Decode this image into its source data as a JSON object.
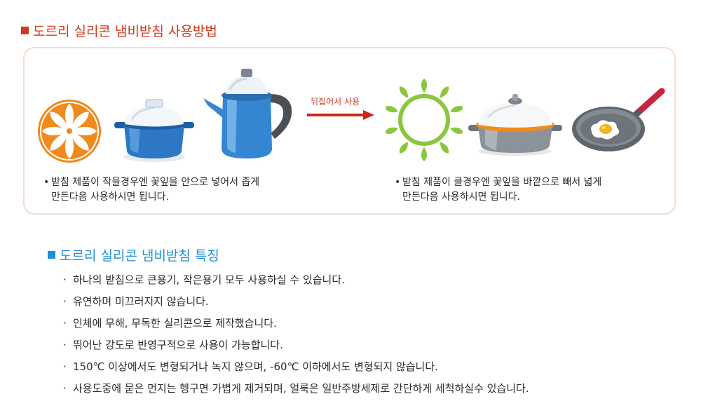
{
  "section1": {
    "title": "도르리 실리콘 냄비받침 사용방법"
  },
  "arrow": {
    "label": "뒤집어서 사용"
  },
  "notes": {
    "left": {
      "bullet": "•",
      "line1": "받침 제품이 작을경우엔 꽃잎을 안으로 넣어서 좁게",
      "line2": "만든다음 사용하시면 됩니다."
    },
    "right": {
      "bullet": "•",
      "line1": "받침 제품이 클경우엔 꽃잎을 바깥으로 빼서 넓게",
      "line2": "만든다음 사용하시면 됩니다."
    }
  },
  "section2": {
    "title": "도르리 실리콘 냄비받침 특징"
  },
  "features": {
    "bullet": "·",
    "items": [
      "하나의 받침으로 큰용기, 작은용기 모두 사용하실 수 있습니다.",
      "유연하며 미끄러지지 않습니다.",
      "인체에 무해, 무독한 실리콘으로 제작했습니다.",
      "뛰어난 강도로 반영구적으로 사용이 가능합니다.",
      "150℃ 이상에서도 변형되거나 녹지 않으며, -60℃ 이하에서도 변형되지 않습니다.",
      "사용도중에 묻은 먼지는 헹구면 가볍게 제거되며, 얼룩은 일반주방세제로 간단하게 세척하실수 있습니다."
    ]
  },
  "colors": {
    "heading_red": "#d2391d",
    "heading_blue": "#1e8fd6",
    "box_border": "#f5dccf",
    "arrow": "#c8281e",
    "flower_orange": "#f08a1c",
    "sun_green": "#8cc63f"
  },
  "icons": [
    "orange-flower-trivet-icon",
    "blue-casserole-icon",
    "blue-kettle-icon",
    "red-arrow-icon",
    "green-sun-trivet-icon",
    "gray-pot-icon",
    "frying-pan-icon"
  ]
}
